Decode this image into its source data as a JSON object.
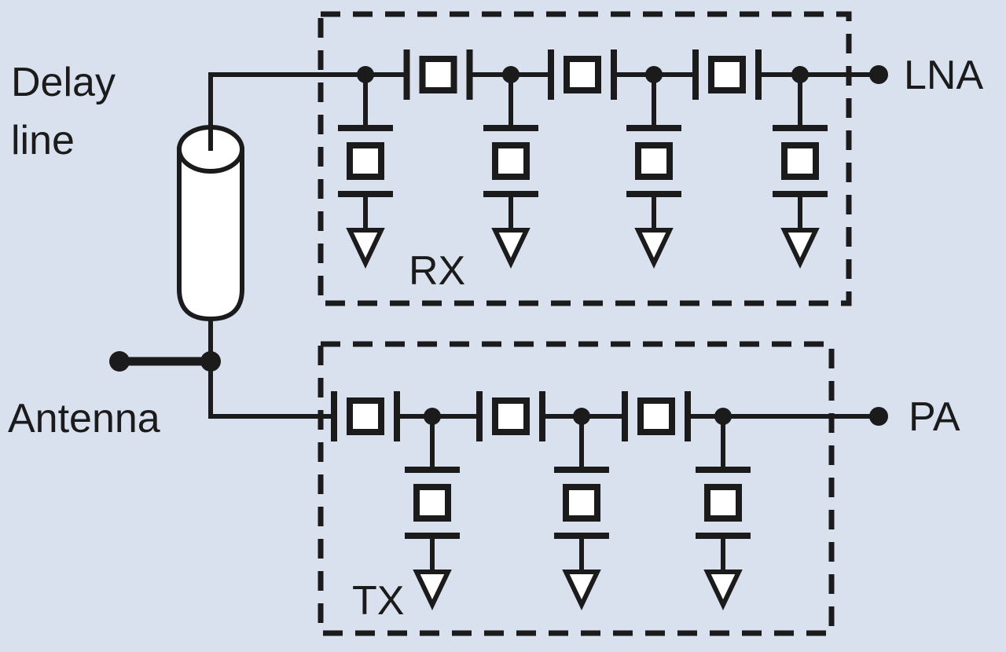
{
  "figure": {
    "colors": {
      "background": "#d9e1ef",
      "line": "#1b1b1b",
      "component_fill": "#ffffff"
    },
    "labels": {
      "delay": [
        "Delay",
        "line"
      ],
      "antenna": "Antenna",
      "rx_block": "RX",
      "tx_block": "TX",
      "lna_port": "LNA",
      "pa_port": "PA"
    },
    "structure": {
      "rx_series_elements": 3,
      "rx_shunt_branches": 4,
      "tx_series_elements": 3,
      "tx_shunt_branches": 3,
      "rx_chain_nodes": 4,
      "tx_chain_nodes": 3
    }
  }
}
